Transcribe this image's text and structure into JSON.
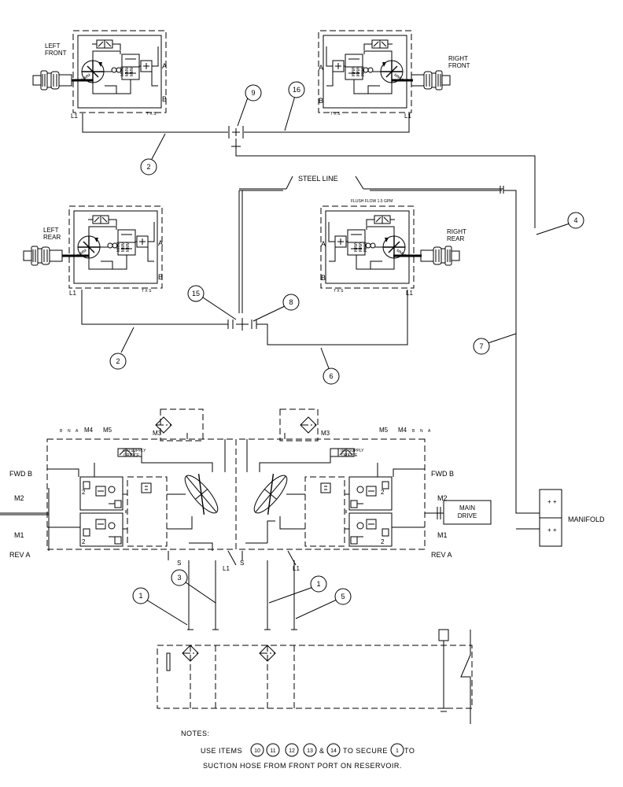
{
  "motors": {
    "left_front": {
      "name": "LEFT\nFRONT",
      "port_a": "A",
      "port_b": "B",
      "l1": "L1",
      "txs": "T X S"
    },
    "right_front": {
      "name": "RIGHT\nFRONT",
      "port_a": "A",
      "port_b": "B",
      "l1": "L1",
      "txs": "T X S"
    },
    "left_rear": {
      "name": "LEFT\nREAR",
      "port_a": "A",
      "port_b": "B",
      "l1": "L1",
      "txs": "T X S"
    },
    "right_rear": {
      "name": "RIGHT\nREAR",
      "port_a": "A",
      "port_b": "B",
      "l1": "L1",
      "txs": "T X S",
      "flush_flow": "FLUSH FLOW 1.5 GPM"
    }
  },
  "lines": {
    "steel_line": "STEEL LINE"
  },
  "balloons": [
    "9",
    "16",
    "2",
    "4",
    "15",
    "8",
    "7",
    "2",
    "6",
    "1",
    "3",
    "1",
    "5"
  ],
  "pumps": {
    "left": {
      "fwd": "FWD B",
      "rev": "REV A",
      "m1": "M1",
      "m2": "M2",
      "m3": "M3",
      "m4": "M4",
      "m5": "M5",
      "b": "B",
      "n": "N",
      "a": "A",
      "orifice_line1": ".040 SUPPLY",
      "orifice_line2": "ORIFICE",
      "s": "S",
      "l1": "L1",
      "relief": "2"
    },
    "right": {
      "fwd": "FWD B",
      "rev": "REV A",
      "m1": "M1",
      "m2": "M2",
      "m3": "M3",
      "m4": "M4",
      "m5": "M5",
      "b": "B",
      "n": "N",
      "a": "A",
      "orifice_line1": ".040 SUPPLY",
      "orifice_line2": "ORIFICE",
      "s": "S",
      "l1": "L1",
      "relief": "2"
    }
  },
  "main_drive": "MAIN\nDRIVE",
  "manifold": "MANIFOLD",
  "notes": {
    "heading": "NOTES:",
    "line1_pre": "USE ITEMS",
    "items": [
      "10",
      "11",
      "12",
      "13",
      "14"
    ],
    "line1_amp": "&",
    "line1_mid": "TO SECURE",
    "secure_item": "1",
    "line1_post": "TO",
    "line2": "SUCTION HOSE FROM FRONT PORT ON RESERVOIR."
  }
}
